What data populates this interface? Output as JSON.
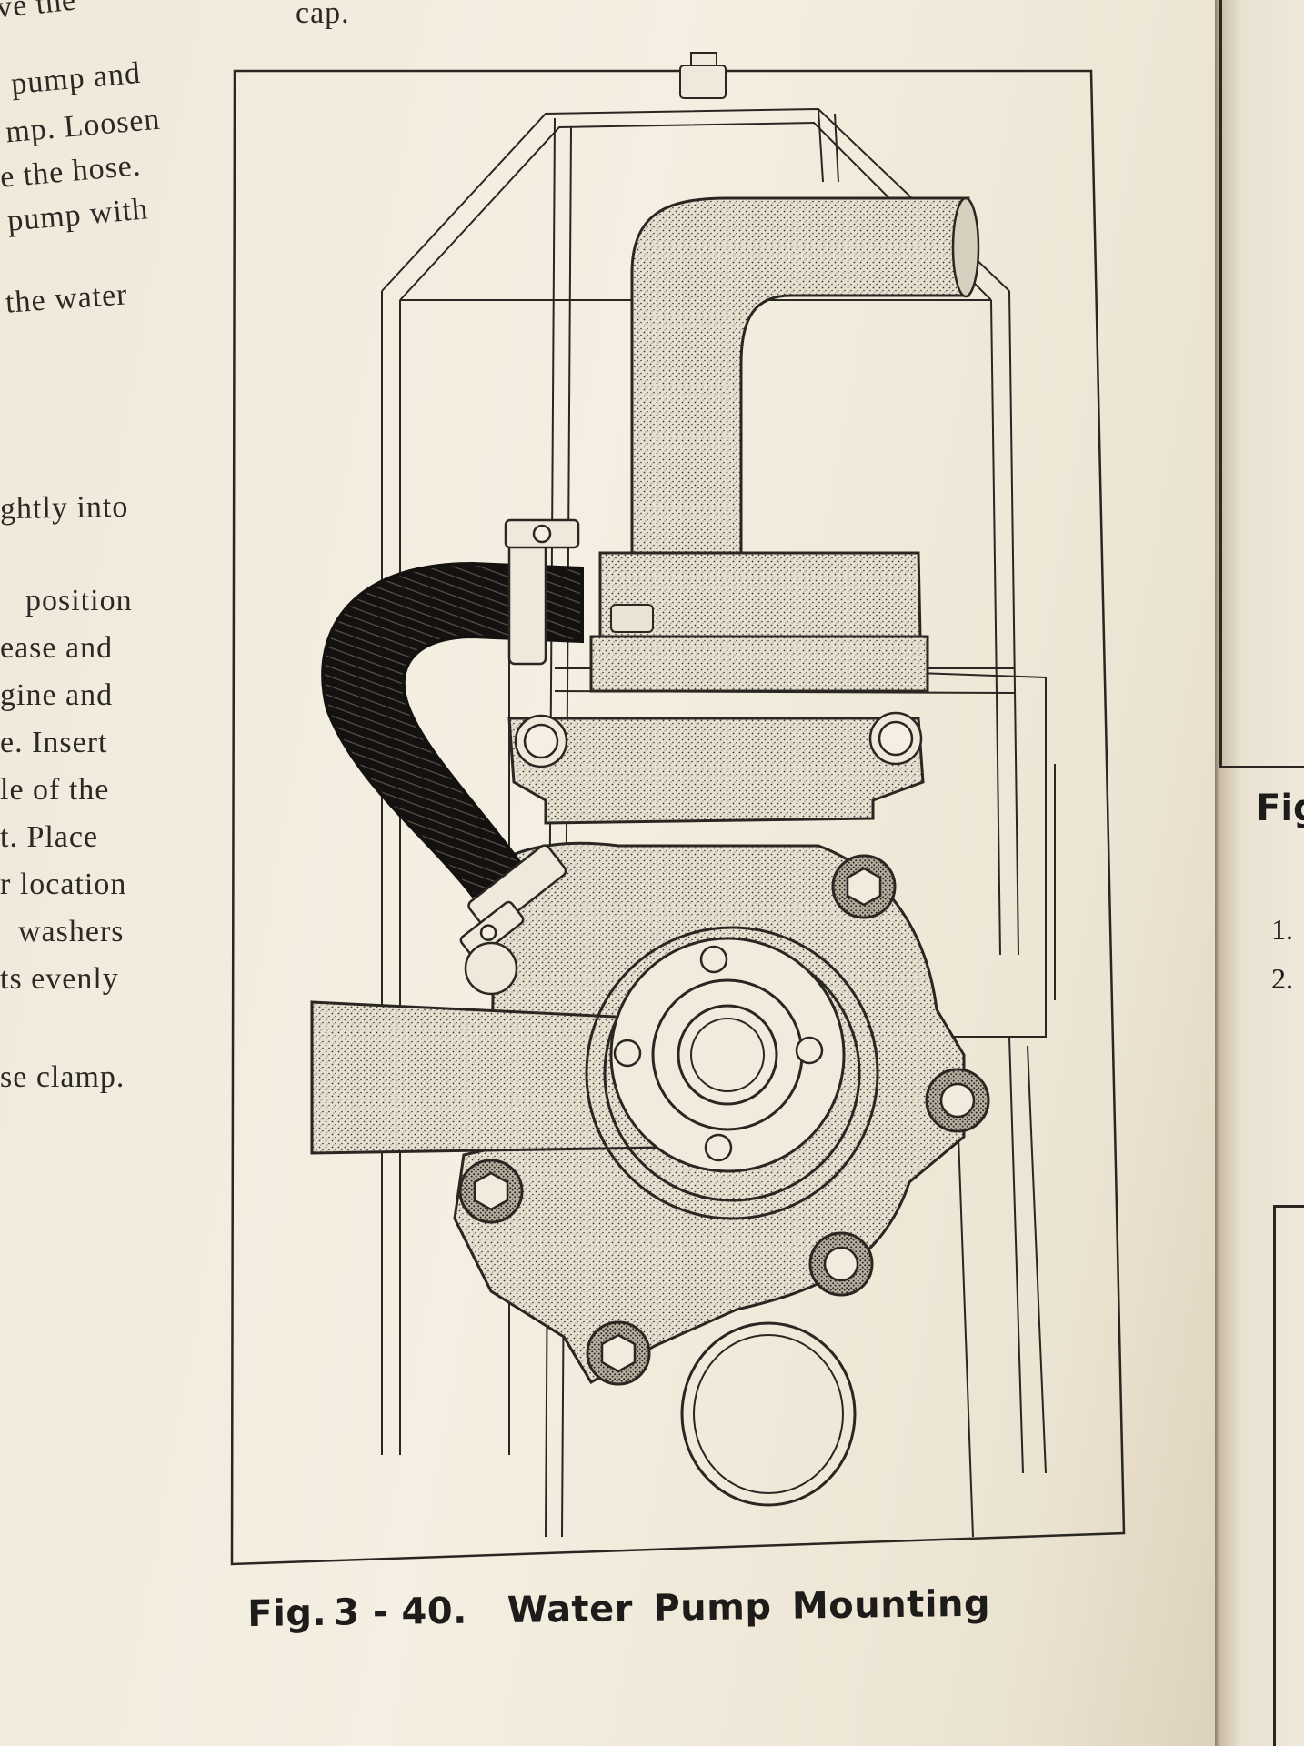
{
  "left_column": {
    "lines": [
      "ve the",
      "pump and",
      "mp. Loosen",
      "e the hose.",
      "pump with",
      "the water",
      "ghtly  into",
      "position",
      "ease  and",
      "gine  and",
      "e.  Insert",
      "le  of  the",
      "t.  Place",
      "r location",
      "washers",
      "ts evenly",
      "se clamp."
    ]
  },
  "top_text": "cap.",
  "figure": {
    "caption_prefix": "Fig.",
    "caption_number": "3 - 40.",
    "caption_title": "Water Pump Mounting"
  },
  "right_column": {
    "fig_label": "Fig",
    "list_numbers": [
      "1.",
      "2."
    ]
  },
  "colors": {
    "paper": "#f1ebdd",
    "ink": "#1e1c1a",
    "hose": "#141210"
  }
}
